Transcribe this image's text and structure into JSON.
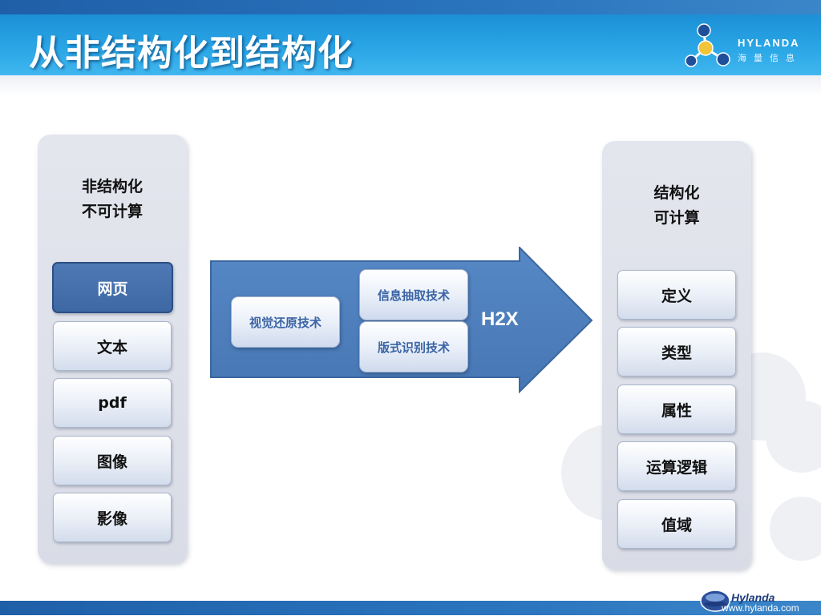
{
  "slide": {
    "title": "从非结构化到结构化"
  },
  "logo": {
    "name": "HYLANDA",
    "sub": "海量信息"
  },
  "left_column": {
    "title_line1": "非结构化",
    "title_line2": "不可计算",
    "items": [
      "网页",
      "文本",
      "pdf",
      "图像",
      "影像"
    ],
    "active_item": "网页"
  },
  "process": {
    "visual_tech": "视觉还原技术",
    "extract_tech": "信息抽取技术",
    "layout_tech": "版式识别技术",
    "label": "H2X"
  },
  "right_column": {
    "title_line1": "结构化",
    "title_line2": "可计算",
    "items": [
      "定义",
      "类型",
      "属性",
      "运算逻辑",
      "值域"
    ]
  },
  "footer": {
    "brand": "Hylanda",
    "url": "www.hylanda.com"
  },
  "colors": {
    "header": "#2aa6e6",
    "arrow": "#4f81bd",
    "active_item": "#4a74b0",
    "tech_text": "#3a64a4"
  }
}
